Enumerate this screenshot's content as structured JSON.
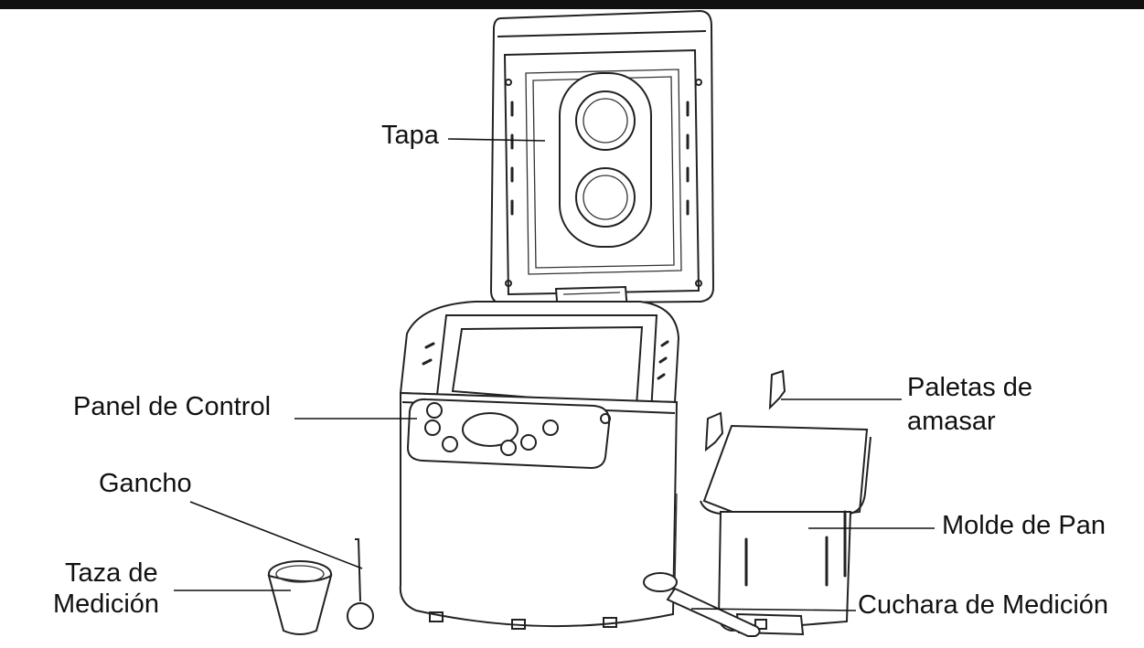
{
  "labels": {
    "lid": "Tapa",
    "control_panel": "Panel de Control",
    "hook": "Gancho",
    "measuring_cup_line1": "Taza de",
    "measuring_cup_line2": "Medición",
    "kneading_paddles_line1": "Paletas de",
    "kneading_paddles_line2": "amasar",
    "bread_pan": "Molde de Pan",
    "measuring_spoon": "Cuchara de Medición"
  },
  "colors": {
    "line": "#222222",
    "text": "#111111",
    "top_bar": "#111111",
    "background": "#ffffff"
  }
}
